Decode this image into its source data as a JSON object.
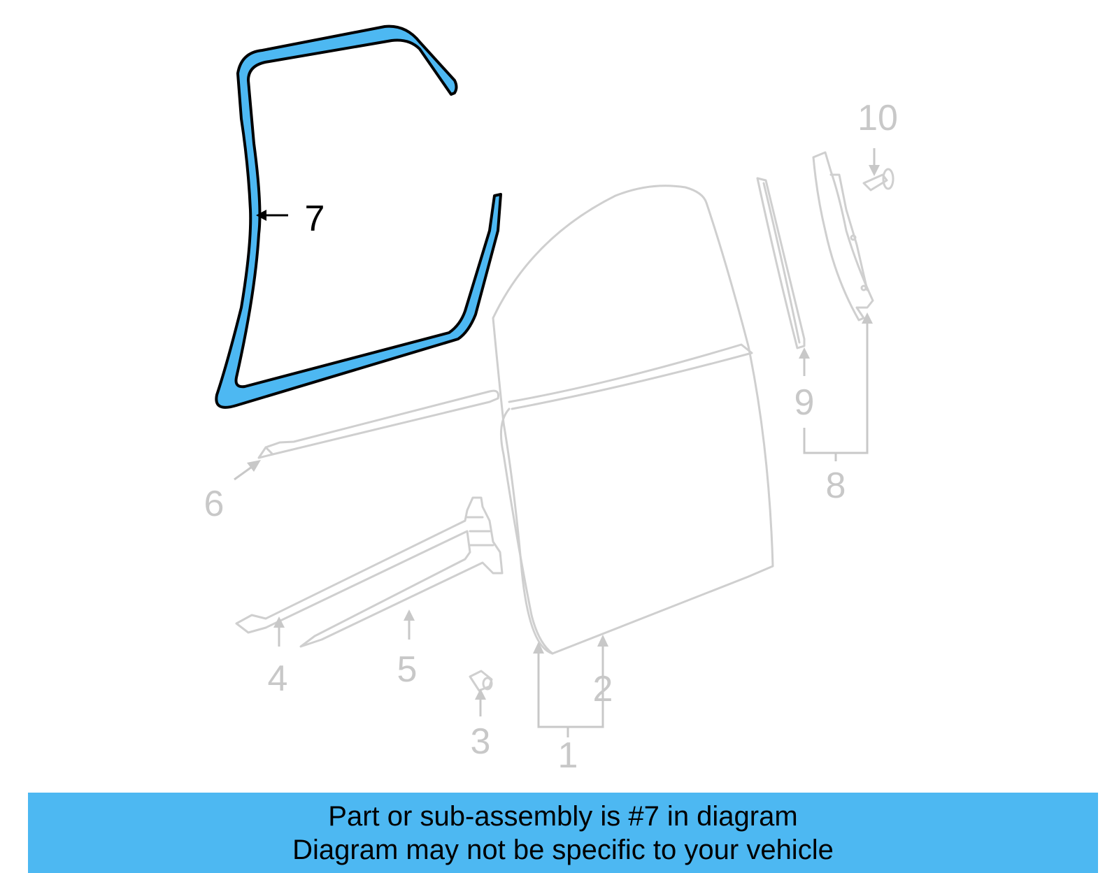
{
  "diagram": {
    "highlight_color": "#4db8f2",
    "part_color": "#cfcfcf",
    "callouts": {
      "c1": "1",
      "c2": "2",
      "c3": "3",
      "c4": "4",
      "c5": "5",
      "c6": "6",
      "c7": "7",
      "c8": "8",
      "c9": "9",
      "c10": "10"
    }
  },
  "footer": {
    "line1": "Part or sub-assembly is #7 in diagram",
    "line2": "Diagram may not be specific to your vehicle",
    "background": "#4db8f2"
  }
}
